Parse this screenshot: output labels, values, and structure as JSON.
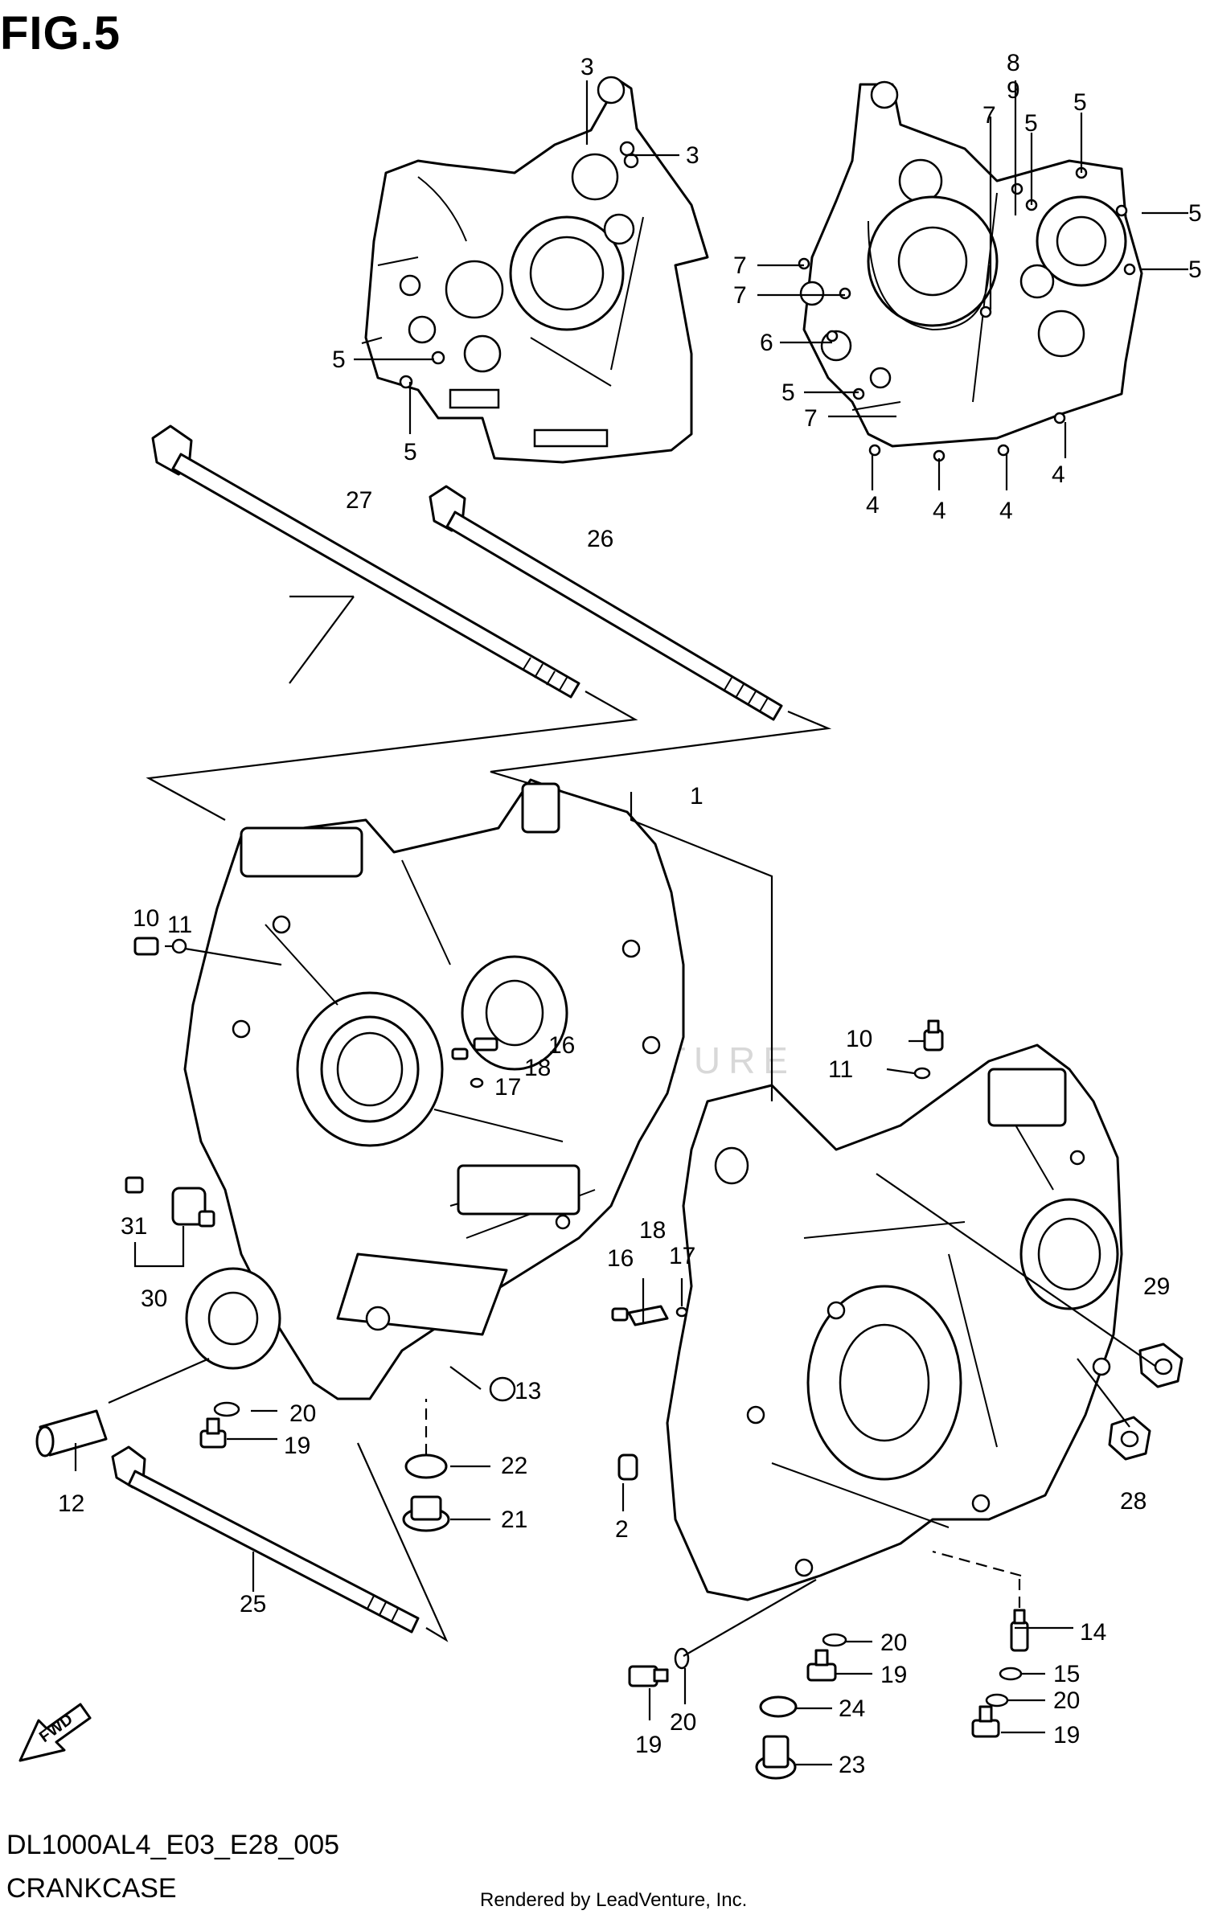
{
  "figure": {
    "title": "FIG.5",
    "model_code": "DL1000AL4_E03_E28_005",
    "section": "CRANKCASE",
    "credit": "Rendered by LeadVenture, Inc.",
    "watermark": "LEADVENTURE",
    "direction_badge": "FWD"
  },
  "callouts": [
    {
      "id": "c-1",
      "text": "1"
    },
    {
      "id": "c-2",
      "text": "2"
    },
    {
      "id": "c-3a",
      "text": "3"
    },
    {
      "id": "c-3b",
      "text": "3"
    },
    {
      "id": "c-4a",
      "text": "4"
    },
    {
      "id": "c-4b",
      "text": "4"
    },
    {
      "id": "c-4c",
      "text": "4"
    },
    {
      "id": "c-4d",
      "text": "4"
    },
    {
      "id": "c-5a",
      "text": "5"
    },
    {
      "id": "c-5b",
      "text": "5"
    },
    {
      "id": "c-5c",
      "text": "5"
    },
    {
      "id": "c-5d",
      "text": "5"
    },
    {
      "id": "c-5e",
      "text": "5"
    },
    {
      "id": "c-5f",
      "text": "5"
    },
    {
      "id": "c-5g",
      "text": "5"
    },
    {
      "id": "c-6",
      "text": "6"
    },
    {
      "id": "c-7a",
      "text": "7"
    },
    {
      "id": "c-7b",
      "text": "7"
    },
    {
      "id": "c-7c",
      "text": "7"
    },
    {
      "id": "c-7d",
      "text": "7"
    },
    {
      "id": "c-8",
      "text": "8"
    },
    {
      "id": "c-9",
      "text": "9"
    },
    {
      "id": "c-10a",
      "text": "10"
    },
    {
      "id": "c-10b",
      "text": "10"
    },
    {
      "id": "c-11a",
      "text": "11"
    },
    {
      "id": "c-11b",
      "text": "11"
    },
    {
      "id": "c-12",
      "text": "12"
    },
    {
      "id": "c-13",
      "text": "13"
    },
    {
      "id": "c-14",
      "text": "14"
    },
    {
      "id": "c-15",
      "text": "15"
    },
    {
      "id": "c-16a",
      "text": "16"
    },
    {
      "id": "c-16b",
      "text": "16"
    },
    {
      "id": "c-17a",
      "text": "17"
    },
    {
      "id": "c-17b",
      "text": "17"
    },
    {
      "id": "c-18a",
      "text": "18"
    },
    {
      "id": "c-18b",
      "text": "18"
    },
    {
      "id": "c-19a",
      "text": "19"
    },
    {
      "id": "c-19b",
      "text": "19"
    },
    {
      "id": "c-19c",
      "text": "19"
    },
    {
      "id": "c-19d",
      "text": "19"
    },
    {
      "id": "c-20a",
      "text": "20"
    },
    {
      "id": "c-20b",
      "text": "20"
    },
    {
      "id": "c-20c",
      "text": "20"
    },
    {
      "id": "c-20d",
      "text": "20"
    },
    {
      "id": "c-21",
      "text": "21"
    },
    {
      "id": "c-22",
      "text": "22"
    },
    {
      "id": "c-23",
      "text": "23"
    },
    {
      "id": "c-24",
      "text": "24"
    },
    {
      "id": "c-25",
      "text": "25"
    },
    {
      "id": "c-26",
      "text": "26"
    },
    {
      "id": "c-27",
      "text": "27"
    },
    {
      "id": "c-28",
      "text": "28"
    },
    {
      "id": "c-29",
      "text": "29"
    },
    {
      "id": "c-30",
      "text": "30"
    },
    {
      "id": "c-31",
      "text": "31"
    }
  ]
}
